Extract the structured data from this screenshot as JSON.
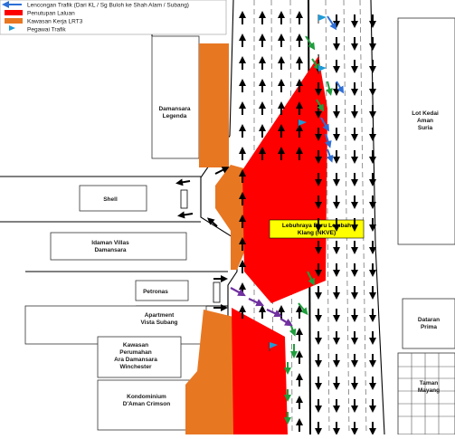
{
  "legend": {
    "items": [
      {
        "label": "Lencongan Trafik (Dari KL / Sg Buloh ke Shah Alam / Subang)",
        "color": "#2e6fd6",
        "kind": "arrow"
      },
      {
        "label": "Penutupan Laluan",
        "color": "#ff0000",
        "kind": "box"
      },
      {
        "label": "Kawasan Kerja LRT3",
        "color": "#e87722",
        "kind": "box"
      },
      {
        "label": "Pegawai Trafik",
        "color": "#1e9bd7",
        "kind": "flag"
      }
    ]
  },
  "places": {
    "damansara_legenda": "Damansara\nLegenda",
    "shell": "Shell",
    "idaman_villas": "Idaman Villas\nDamansara",
    "petronas": "Petronas",
    "vista_subang": "Apartment\nVista Subang",
    "ara_damansara": "Kawasan\nPerumahan\nAra Damansara\nWinchester",
    "daman_crimson": "Kondominium\nD'Aman Crimson",
    "lot_kedai": "Lot Kedai\nAman\nSuria",
    "dataran_prima": "Dataran\nPrima",
    "taman_mayang": "Taman\nMayang"
  },
  "highway_label": "Lebuhraya Baru Lembah\nKlang (NKVE)",
  "colors": {
    "closure": "#ff0000",
    "lrt3": "#e87722",
    "diversion": "#2e6fd6",
    "diversion_purple": "#7030a0",
    "officer": "#1e9bd7",
    "green_arrow": "#1f9e3c",
    "label_box": "#ffff00"
  }
}
